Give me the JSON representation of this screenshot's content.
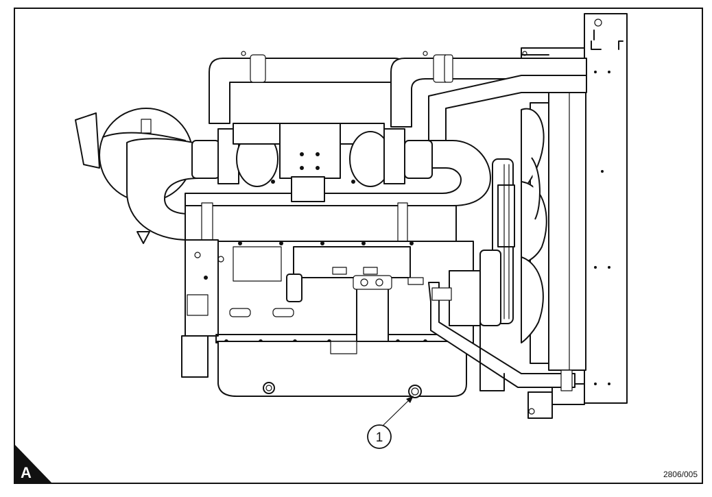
{
  "figure": {
    "panel_label": "A",
    "callouts": [
      {
        "number": "1"
      }
    ],
    "reference_code": "2806/005"
  }
}
